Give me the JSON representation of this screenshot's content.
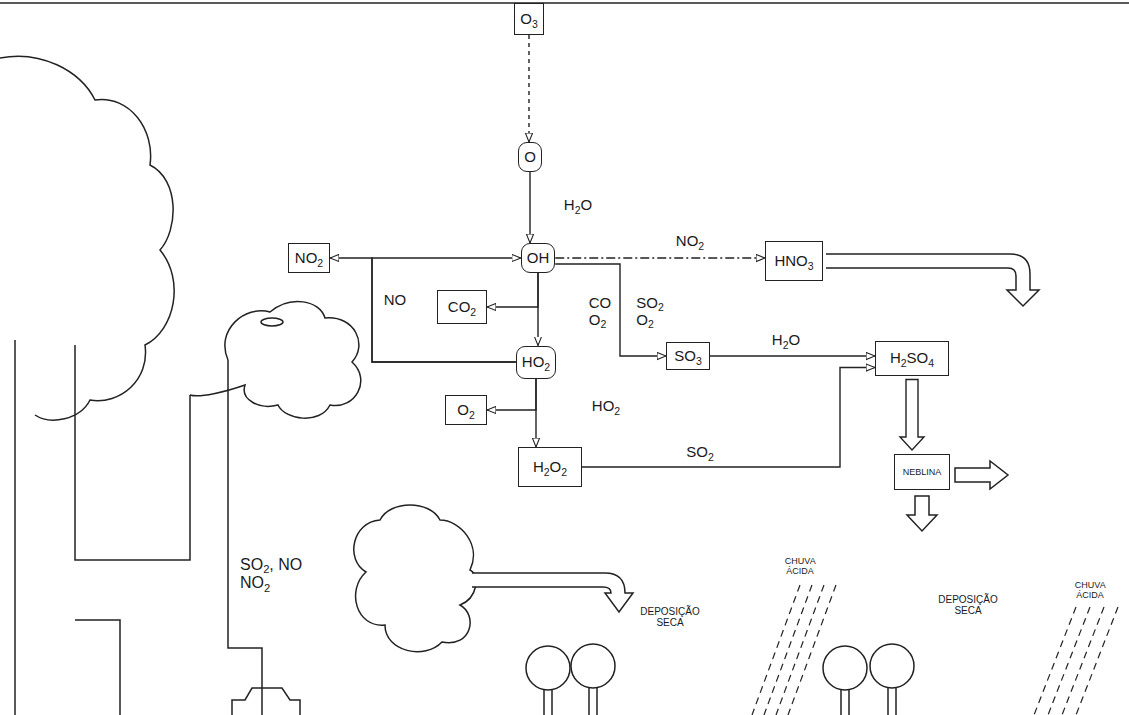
{
  "diagram": {
    "nodes": [
      {
        "text": [
          "O3"
        ]
      },
      {
        "text": [
          "O"
        ]
      },
      {
        "text": [
          "OH"
        ]
      },
      {
        "text": [
          "NO2"
        ]
      },
      {
        "text": [
          "HNO3"
        ]
      },
      {
        "text": [
          "CO2"
        ]
      },
      {
        "text": [
          "HO2"
        ]
      },
      {
        "text": [
          "SO3"
        ]
      },
      {
        "text": [
          "H2SO4"
        ]
      },
      {
        "text": [
          "O2"
        ]
      },
      {
        "text": [
          "H2O2"
        ]
      },
      {
        "text": [
          "NEBLINA"
        ]
      }
    ],
    "edges": [
      {
        "from": 0,
        "to": 1,
        "arrow": "to"
      },
      {
        "from": 1,
        "to": 2,
        "label": "H2O",
        "arrow": "to"
      },
      {
        "from": 2,
        "to": 4,
        "label": "NO2",
        "arrow": "to"
      },
      {
        "from": 2,
        "to": 5,
        "arrow": "to"
      },
      {
        "from": 2,
        "to": 6,
        "label": "CO O2",
        "arrow": "to"
      },
      {
        "from": 2,
        "to": 7,
        "label": "SO2 O2",
        "arrow": "to"
      },
      {
        "from": 6,
        "to": 3,
        "label": "NO",
        "arrow": "to"
      },
      {
        "from": 6,
        "to": 2,
        "arrow": "to"
      },
      {
        "from": 6,
        "to": 9,
        "arrow": "to"
      },
      {
        "from": 6,
        "to": 10,
        "label": "HO2",
        "arrow": "to"
      },
      {
        "from": 7,
        "to": 8,
        "label": "H2O",
        "arrow": "to"
      },
      {
        "from": 10,
        "to": 8,
        "label": "SO2",
        "arrow": "to"
      },
      {
        "from": 8,
        "to": 11,
        "arrow": "to"
      }
    ],
    "labels": [
      "SO2, NO NO2",
      "DEPOSIÇÃO SECA",
      "CHUVA ÁCIDA",
      "DEPOSIÇÃO SECA",
      "CHUVA ÁCIDA"
    ]
  }
}
